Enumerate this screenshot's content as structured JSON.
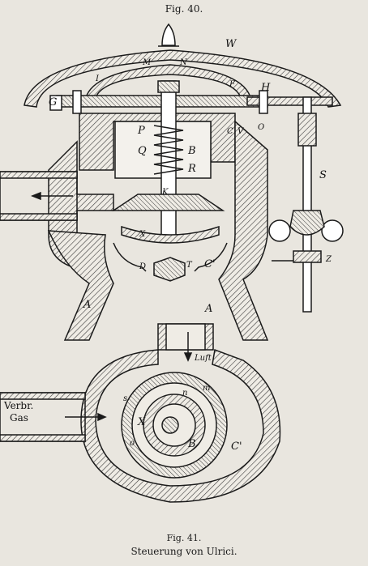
{
  "figures": {
    "fig40_caption": "Fig. 40.",
    "fig41_caption": "Fig. 41.",
    "fig41_subcaption": "Steuerung von Ulrici."
  },
  "labels_fig40": {
    "W": "W",
    "M": "M",
    "N": "N",
    "I": "I",
    "F": "F",
    "H": "H",
    "G": "G",
    "C": "C",
    "V": "V",
    "O": "O",
    "P": "P",
    "Q": "Q",
    "B": "B",
    "R": "R",
    "K": "K",
    "X": "X",
    "S": "S",
    "D": "D",
    "T": "T",
    "C2": "C'",
    "A1": "A",
    "A2": "A",
    "Z": "Z"
  },
  "labels_fig41": {
    "luft": "Luft",
    "verbr": "Verbr.",
    "gas": "Gas",
    "X": "X",
    "B": "B",
    "C": "C'",
    "n": "n",
    "m": "m",
    "s": "s",
    "o": "o"
  },
  "colors": {
    "paper": "#e9e6df",
    "ink": "#1a1a1a",
    "hatch": "#3a3a3a"
  }
}
